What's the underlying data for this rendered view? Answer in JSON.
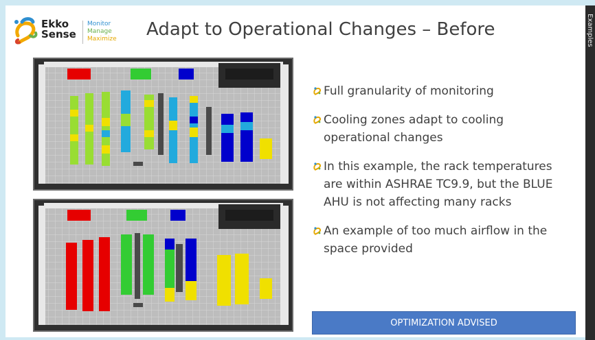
{
  "header": {
    "brand": "Ekko\nSense",
    "taglines": [
      "Monitor",
      "Manage",
      "Maximize"
    ],
    "title": "Adapt to Operational Changes – Before",
    "side_tab": "Examples"
  },
  "bullets": [
    "Full granularity of monitoring",
    "Cooling zones adapt to cooling operational changes",
    "In this example, the rack temperatures are within ASHRAE TC9.9, but the BLUE AHU is not affecting many racks",
    "An example of too much airflow in the space provided"
  ],
  "banner": {
    "label": "OPTIMIZATION ADVISED"
  },
  "colors": {
    "red": "#e60000",
    "green": "#33cc33",
    "blue": "#0000cc",
    "yellow": "#f0e000",
    "lime": "#99dd33",
    "cyan": "#22aadd",
    "banner": "#4a7ac6",
    "tagline_blue": "#2f8fd0",
    "tagline_green": "#6ab04c",
    "tagline_yellow": "#e5a800"
  },
  "icons": {
    "logo": "gecko-logo",
    "bullet": "gecko-bullet-icon"
  }
}
